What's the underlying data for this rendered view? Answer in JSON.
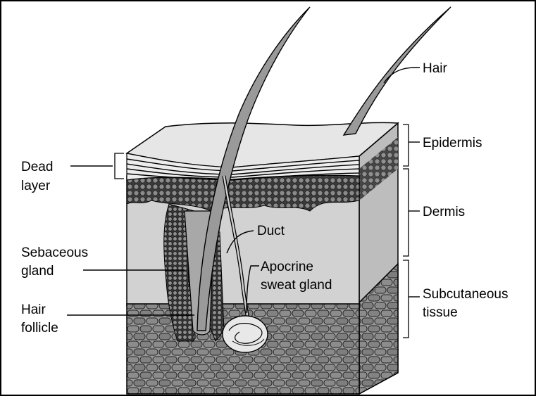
{
  "labels": {
    "hair": "Hair",
    "epidermis": "Epidermis",
    "dermis": "Dermis",
    "subcutaneous_line1": "Subcutaneous",
    "subcutaneous_line2": "tissue",
    "dead_layer_line1": "Dead",
    "dead_layer_line2": "layer",
    "duct": "Duct",
    "apocrine_line1": "Apocrine",
    "apocrine_line2": "sweat gland",
    "sebaceous_line1": "Sebaceous",
    "sebaceous_line2": "gland",
    "follicle_line1": "Hair",
    "follicle_line2": "follicle"
  },
  "colors": {
    "frame": "#000000",
    "epidermis": "#e6e6e6",
    "dermis": "#d2d2d2",
    "dermis_side": "#bdbdbd",
    "cells": "#6e6e6e",
    "fat": "#8a8a8a",
    "hair": "#9a9a9a"
  }
}
